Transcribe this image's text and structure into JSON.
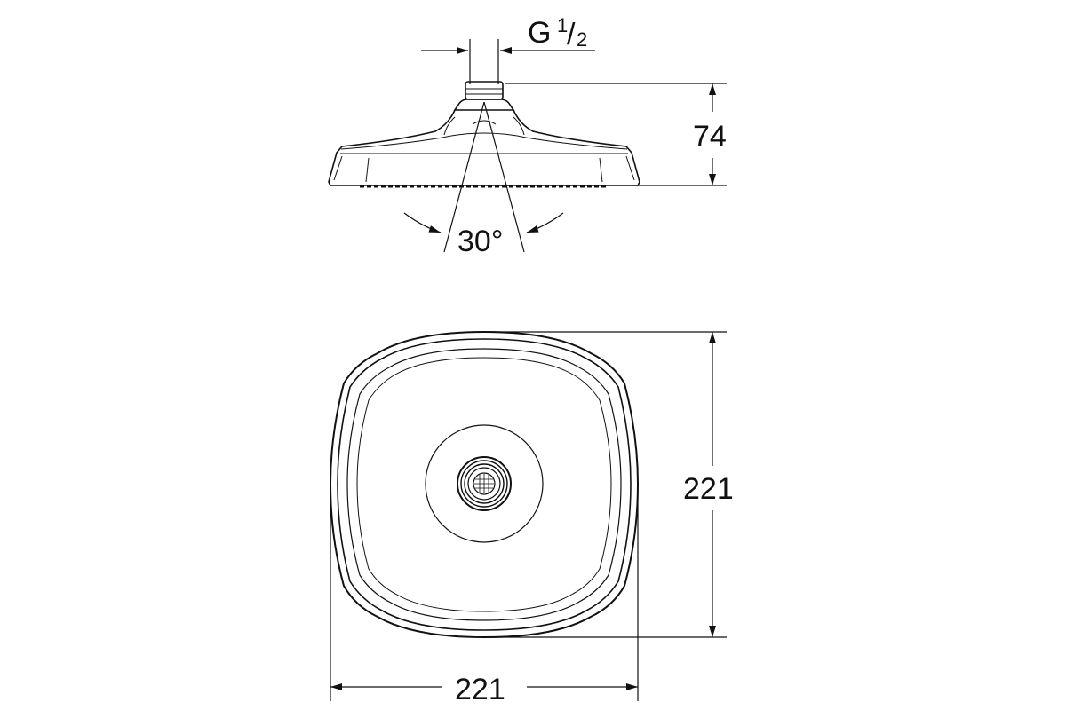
{
  "side_view": {
    "thread_prefix": "G",
    "thread_numerator": "1",
    "thread_slash": "/",
    "thread_denominator": "2",
    "height_label": "74",
    "angle_label": "30°"
  },
  "top_view": {
    "height_label": "221",
    "width_label": "221"
  },
  "colors": {
    "line": "#111111",
    "background": "#ffffff"
  }
}
